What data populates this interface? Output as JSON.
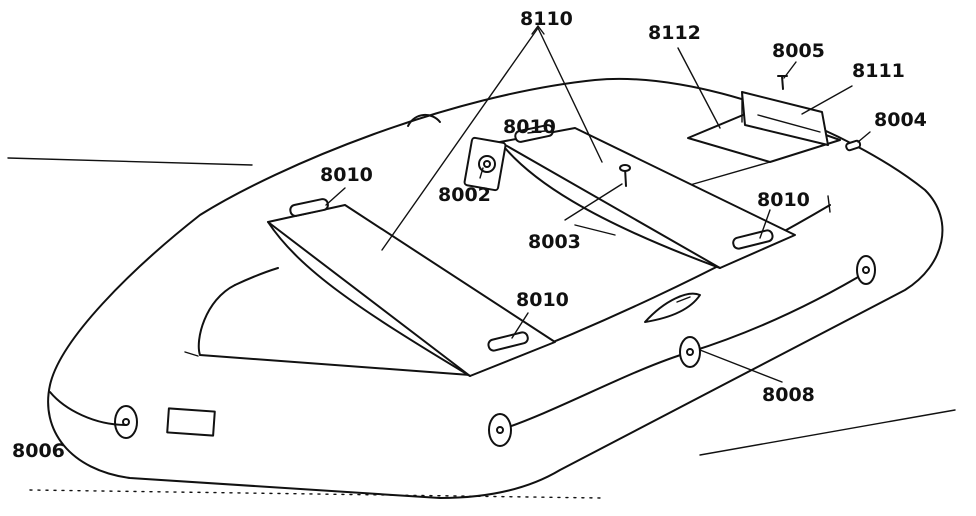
{
  "labels": {
    "seat_part": "8110",
    "floor_part": "8112",
    "screw_part": "8005",
    "transom_part": "8111",
    "plug_part": "8004",
    "clip_back": "8010",
    "clip_front": "8010",
    "clip_right": "8010",
    "clip_front_bottom": "8010",
    "oarlock_mount": "8002",
    "bolt_part": "8003",
    "rope_part": "8008",
    "bow_rope_part": "8006"
  }
}
